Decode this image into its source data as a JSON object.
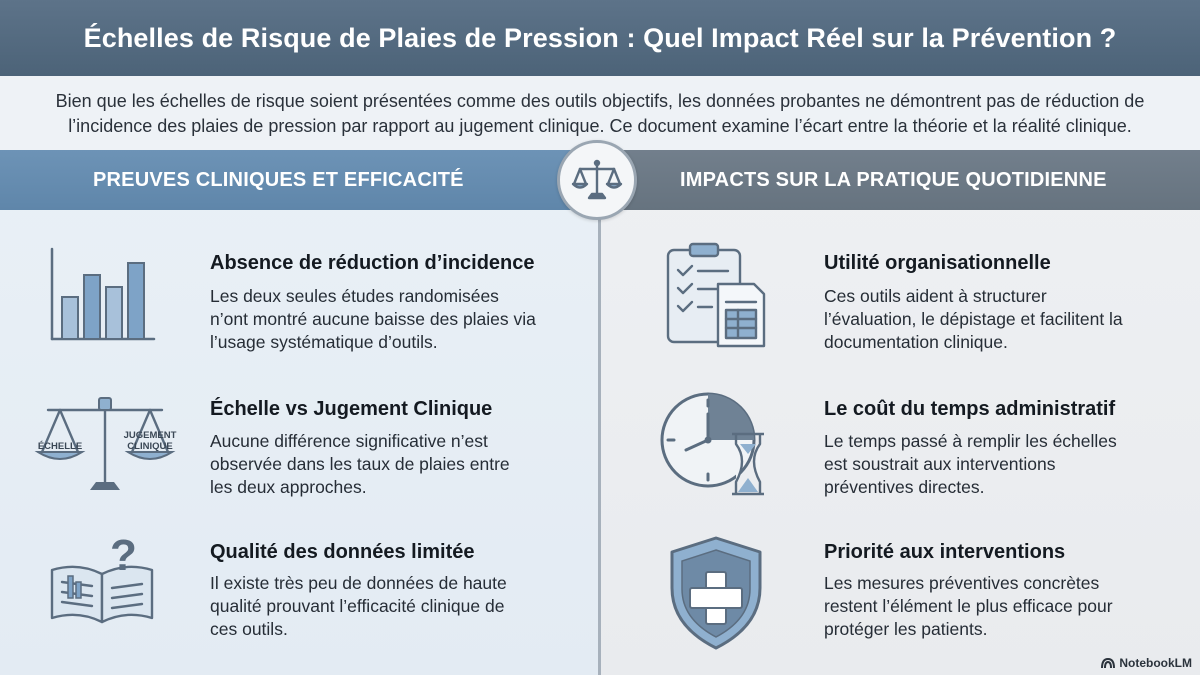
{
  "title": "Échelles de Risque de Plaies de Pression : Quel Impact Réel sur la Prévention ?",
  "intro": {
    "line1": "Bien que les échelles de risque soient présentées comme des outils objectifs, les données probantes ne démontrent pas de réduction de",
    "line2": "l’incidence des plaies de pression par rapport au jugement clinique. Ce document examine l’écart entre la théorie et la réalité clinique."
  },
  "left": {
    "header": "PREUVES CLINIQUES ET EFFICACITÉ",
    "items": [
      {
        "icon": "bar-chart-icon",
        "title": "Absence de réduction d’incidence",
        "lines": [
          "Les deux seules études randomisées",
          "n’ont montré aucune baisse des plaies via",
          "l’usage systématique d’outils."
        ]
      },
      {
        "icon": "balance-scale-icon",
        "title": "Échelle vs Jugement Clinique",
        "lines": [
          "Aucune différence significative n’est",
          "observée dans les taux de plaies entre",
          "les deux approches."
        ],
        "icon_labels": {
          "left": "ÉCHELLE",
          "right_1": "JUGEMENT",
          "right_2": "CLINIQUE"
        }
      },
      {
        "icon": "book-question-icon",
        "title": "Qualité des données limitée",
        "lines": [
          "Il existe très peu de données de haute",
          "qualité prouvant l’efficacité clinique de",
          "ces outils."
        ]
      }
    ]
  },
  "right": {
    "header": "IMPACTS SUR LA PRATIQUE QUOTIDIENNE",
    "items": [
      {
        "icon": "clipboard-checklist-icon",
        "title": "Utilité organisationnelle",
        "lines": [
          "Ces outils aident à structurer",
          "l’évaluation, le dépistage et facilitent la",
          "documentation clinique."
        ]
      },
      {
        "icon": "clock-hourglass-icon",
        "title": "Le coût du temps administratif",
        "lines": [
          "Le temps passé à remplir les échelles",
          "est soustrait aux interventions",
          "préventives directes."
        ]
      },
      {
        "icon": "shield-cross-icon",
        "title": "Priorité aux interventions",
        "lines": [
          "Les mesures préventives concrètes",
          "restent l’élément le plus efficace pour",
          "protéger les patients."
        ]
      }
    ]
  },
  "brand": "NotebookLM",
  "colors": {
    "title_bar": "#4c6378",
    "left_header": "#6d93b6",
    "right_header": "#727f8c",
    "icon_blue": "#8fb0cf",
    "icon_stroke": "#5b6d80"
  }
}
